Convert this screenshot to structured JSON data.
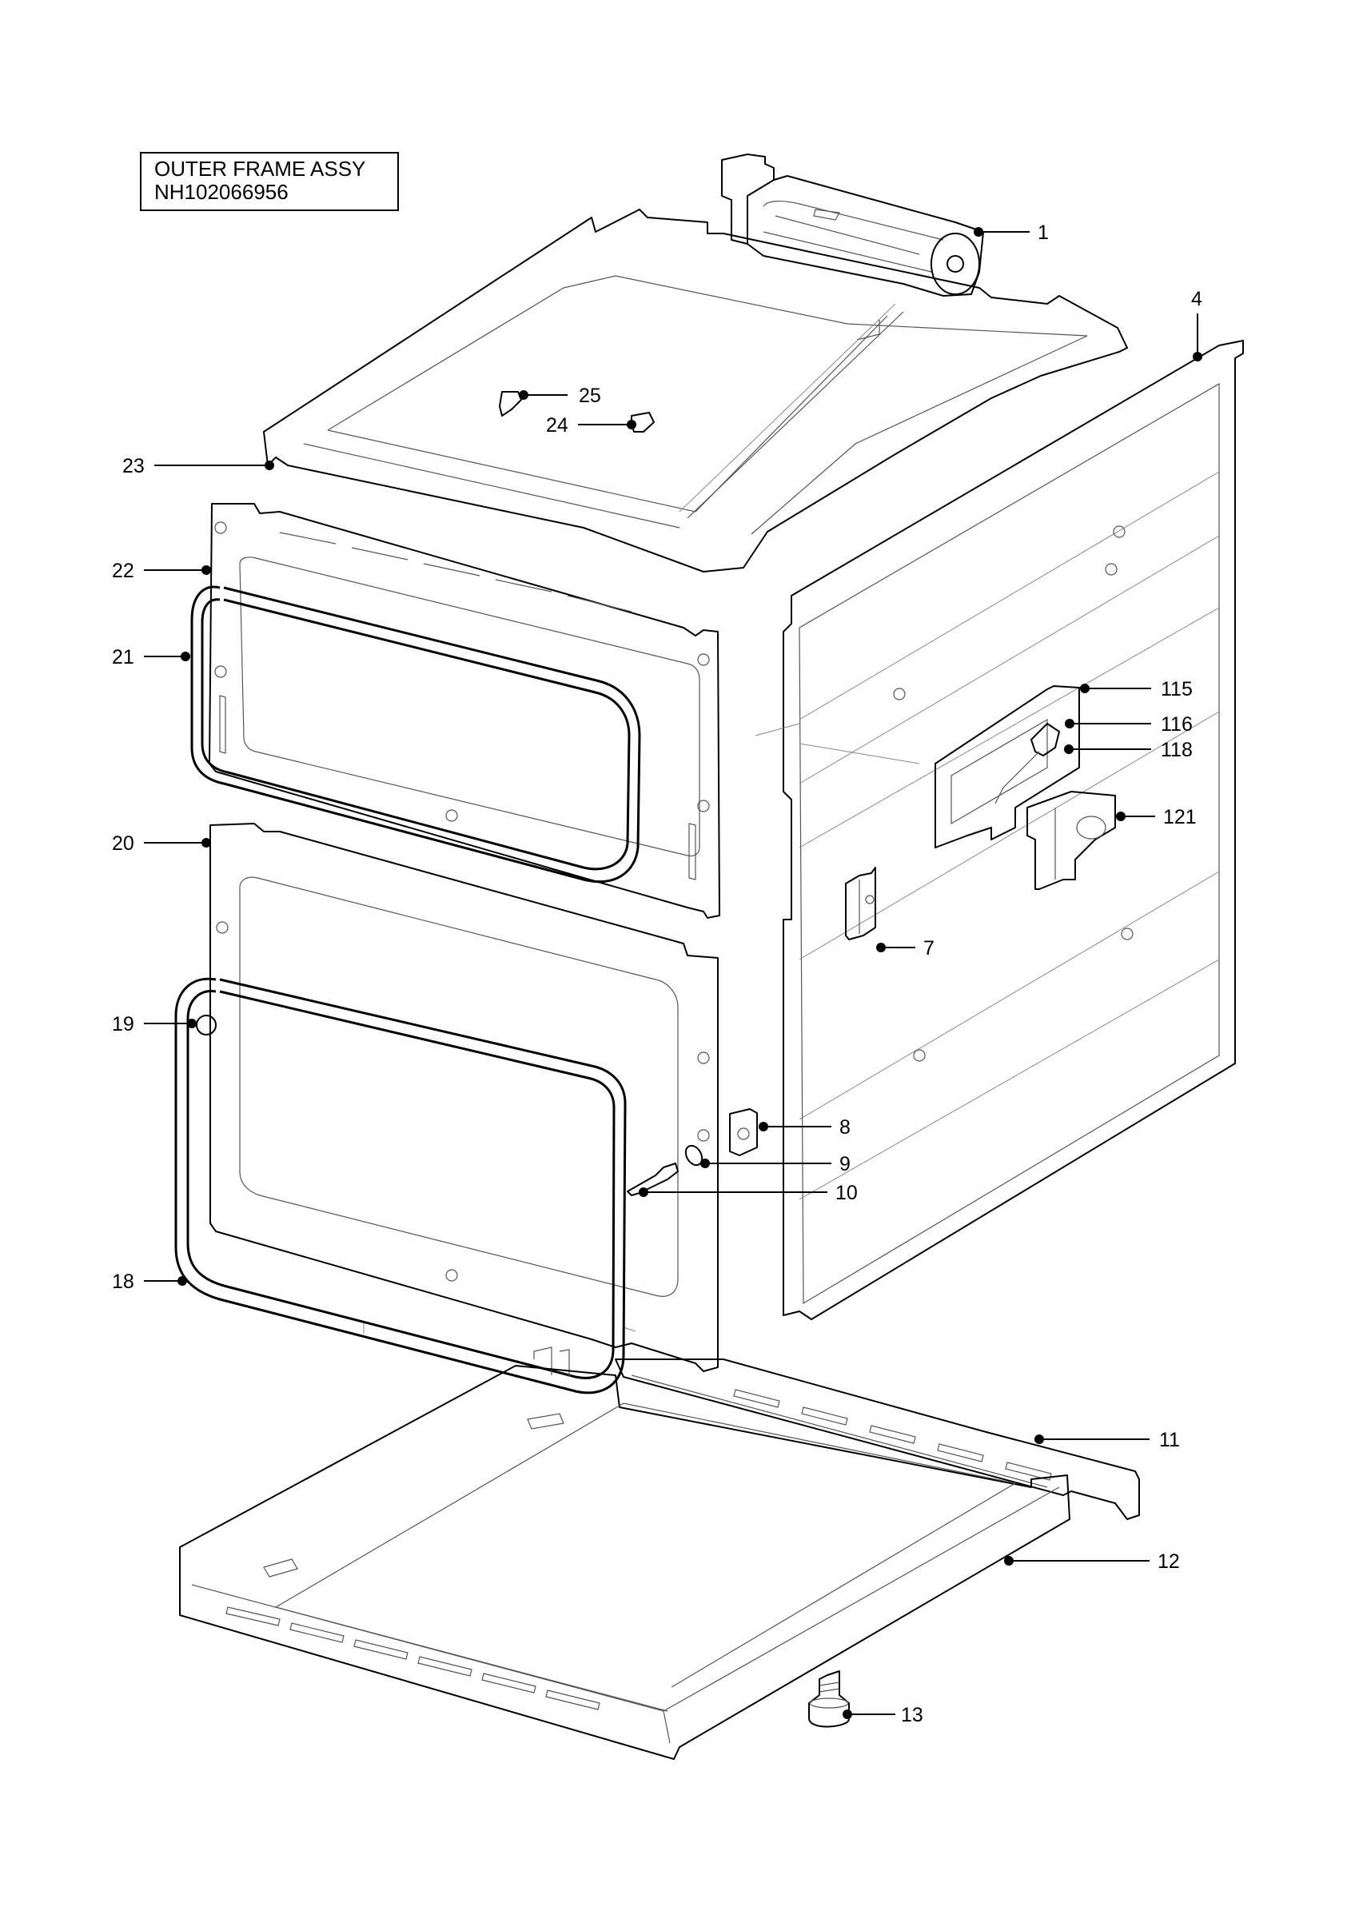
{
  "title": {
    "line1": "OUTER FRAME ASSY",
    "line2": "NH102066956"
  },
  "callouts": [
    {
      "id": "c1",
      "label": "1"
    },
    {
      "id": "c4",
      "label": "4"
    },
    {
      "id": "c25",
      "label": "25"
    },
    {
      "id": "c24",
      "label": "24"
    },
    {
      "id": "c23",
      "label": "23"
    },
    {
      "id": "c22",
      "label": "22"
    },
    {
      "id": "c21",
      "label": "21"
    },
    {
      "id": "c115",
      "label": "115"
    },
    {
      "id": "c116",
      "label": "116"
    },
    {
      "id": "c118",
      "label": "118"
    },
    {
      "id": "c121",
      "label": "121"
    },
    {
      "id": "c20",
      "label": "20"
    },
    {
      "id": "c7",
      "label": "7"
    },
    {
      "id": "c19",
      "label": "19"
    },
    {
      "id": "c8",
      "label": "8"
    },
    {
      "id": "c9",
      "label": "9"
    },
    {
      "id": "c10",
      "label": "10"
    },
    {
      "id": "c18",
      "label": "18"
    },
    {
      "id": "c11",
      "label": "11"
    },
    {
      "id": "c12",
      "label": "12"
    },
    {
      "id": "c13",
      "label": "13"
    }
  ]
}
